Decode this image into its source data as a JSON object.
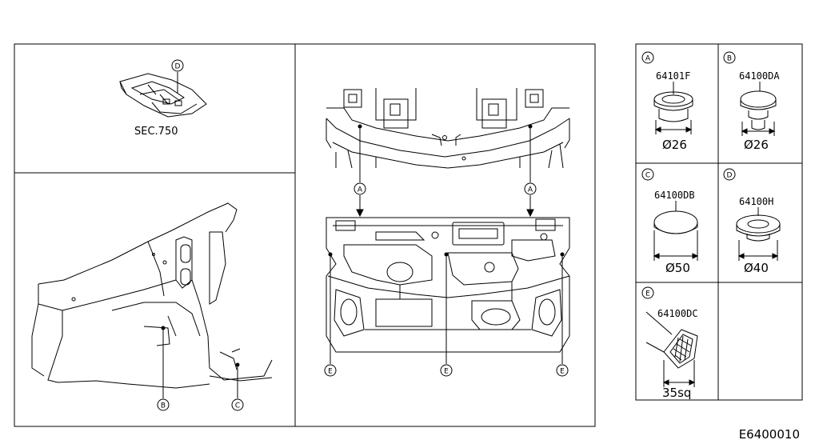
{
  "diagram": {
    "section_ref": "SEC.750",
    "drawing_ref": "E6400010",
    "callouts": {
      "a": "A",
      "b": "B",
      "c": "C",
      "d": "D",
      "e": "E"
    },
    "parts": [
      {
        "key": "A",
        "number": "64101F",
        "dimension": "Ø26"
      },
      {
        "key": "B",
        "number": "64100DA",
        "dimension": "Ø26"
      },
      {
        "key": "C",
        "number": "64100DB",
        "dimension": "Ø50"
      },
      {
        "key": "D",
        "number": "64100H",
        "dimension": "Ø40"
      },
      {
        "key": "E",
        "number": "64100DC",
        "dimension": "35sq"
      }
    ]
  }
}
